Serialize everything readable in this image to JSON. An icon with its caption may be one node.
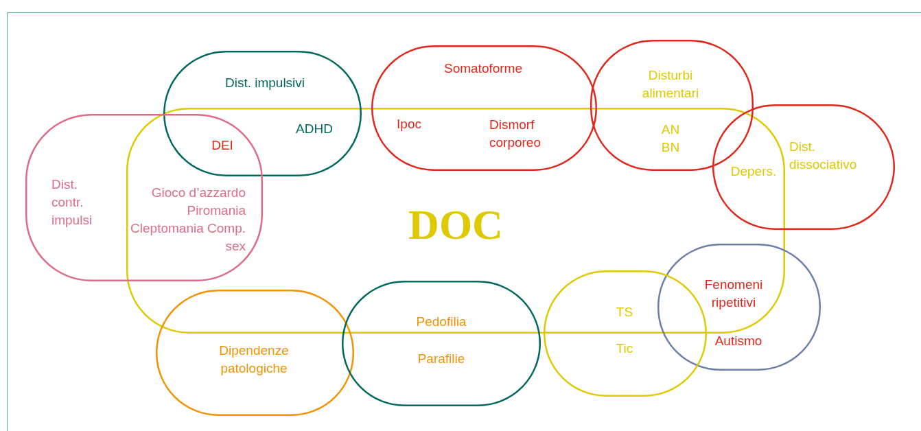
{
  "diagram": {
    "nodes": [
      {
        "text": [
          "DOC"
        ]
      },
      {
        "text": [
          "Dist. impulsivi",
          "ADHD",
          "DEI"
        ]
      },
      {
        "text": [
          "Dist. contr. impulsi",
          "Gioco d’azzardo Piromania Cleptomania Comp. sex"
        ]
      },
      {
        "text": [
          "Somatoforme",
          "Ipoc",
          "Dismorf corporeo"
        ]
      },
      {
        "text": [
          "Disturbi alimentari",
          "AN BN"
        ]
      },
      {
        "text": [
          "Dist. dissociativo",
          "Depers."
        ]
      },
      {
        "text": [
          "Fenomeni ripetitivi",
          "Autismo"
        ]
      },
      {
        "text": [
          "Dipendenze patologiche"
        ]
      },
      {
        "text": [
          "Pedofilia",
          "Parafilie"
        ]
      },
      {
        "text": [
          "TS",
          "Tic"
        ]
      }
    ]
  }
}
